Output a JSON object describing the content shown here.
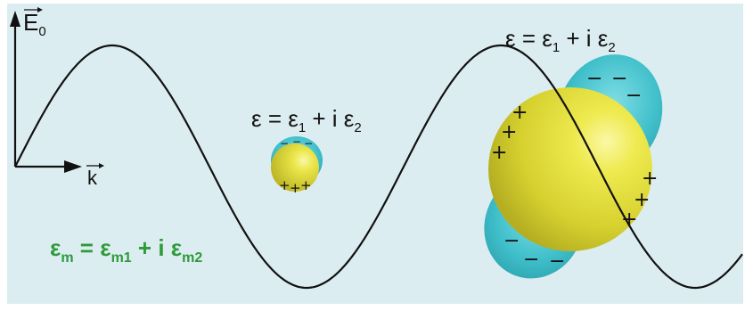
{
  "labels": {
    "field_main": "E",
    "field_sub": "0",
    "wavevector": "k",
    "eps_small": {
      "main": "ε = ε",
      "s1": "1",
      "mid": " + i ε",
      "s2": "2"
    },
    "eps_large": {
      "main": "ε = ε",
      "s1": "1",
      "mid": " + i ε",
      "s2": "2"
    },
    "eps_medium": {
      "main": "ε",
      "s0": "m",
      "mid1": " = ε",
      "s1": "m1",
      "mid2": " + i ε",
      "s2": "m2"
    }
  },
  "signs": {
    "plus": "+",
    "minus": "−"
  },
  "colors": {
    "background": "#dcedf1",
    "wave": "#111111",
    "sphere": "#d9d438",
    "cloud": "#2cb6c3",
    "medium_label": "#2e9a3a"
  }
}
